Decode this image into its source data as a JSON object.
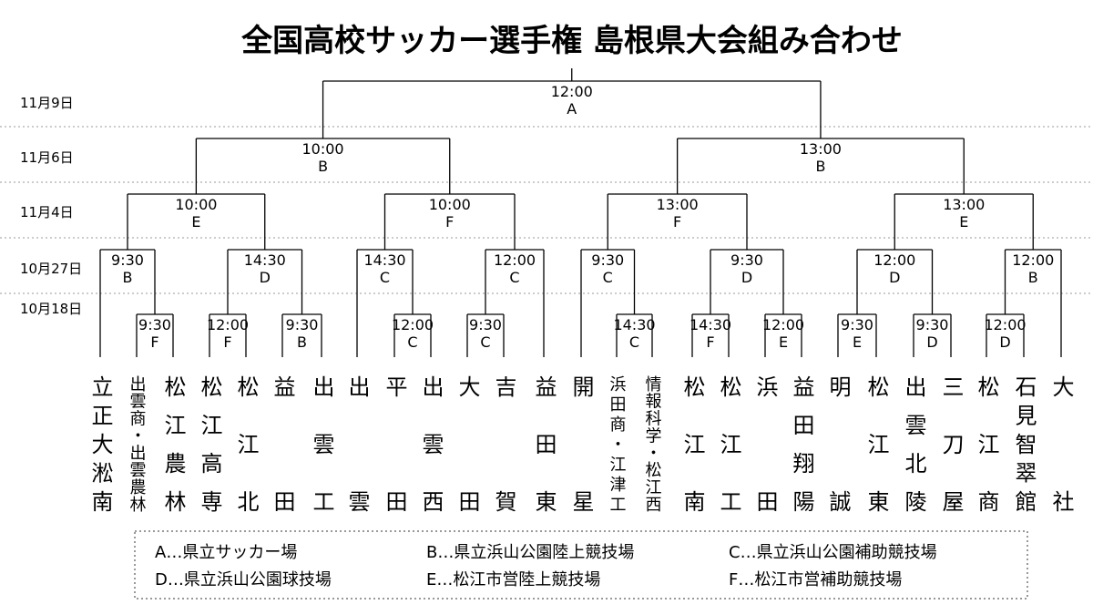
{
  "title": "全国高校サッカー選手権 島根県大会組み合わせ",
  "dates": [
    "11月9日",
    "11月6日",
    "11月4日",
    "10月27日",
    "10月18日"
  ],
  "teams": [
    "立正大淞南",
    "出雲商・出雲農林",
    "松江農林",
    "松江高専",
    "松江北",
    "益田",
    "出雲工",
    "出雲",
    "平田",
    "出雲西",
    "大田",
    "吉賀",
    "益田東",
    "開星",
    "浜田商・江津工",
    "情報科学・松江西",
    "松江南",
    "松江工",
    "浜田",
    "益田翔陽",
    "明誠",
    "松江東",
    "出雲北陵",
    "三刀屋",
    "松江商",
    "石見智翠館",
    "大社"
  ],
  "matches": {
    "r1": [
      {
        "time": "9:30",
        "venue": "F"
      },
      {
        "time": "12:00",
        "venue": "F"
      },
      {
        "time": "9:30",
        "venue": "B"
      },
      {
        "time": "12:00",
        "venue": "C"
      },
      {
        "time": "9:30",
        "venue": "C"
      },
      {
        "time": "14:30",
        "venue": "C"
      },
      {
        "time": "14:30",
        "venue": "F"
      },
      {
        "time": "12:00",
        "venue": "E"
      },
      {
        "time": "9:30",
        "venue": "E"
      },
      {
        "time": "9:30",
        "venue": "D"
      },
      {
        "time": "12:00",
        "venue": "D"
      }
    ],
    "r2": [
      {
        "time": "9:30",
        "venue": "B"
      },
      {
        "time": "14:30",
        "venue": "D"
      },
      {
        "time": "14:30",
        "venue": "C"
      },
      {
        "time": "12:00",
        "venue": "C"
      },
      {
        "time": "9:30",
        "venue": "C"
      },
      {
        "time": "9:30",
        "venue": "D"
      },
      {
        "time": "12:00",
        "venue": "D"
      },
      {
        "time": "12:00",
        "venue": "B"
      }
    ],
    "qf": [
      {
        "time": "10:00",
        "venue": "E"
      },
      {
        "time": "10:00",
        "venue": "F"
      },
      {
        "time": "13:00",
        "venue": "F"
      },
      {
        "time": "13:00",
        "venue": "E"
      }
    ],
    "sf": [
      {
        "time": "10:00",
        "venue": "B"
      },
      {
        "time": "13:00",
        "venue": "B"
      }
    ],
    "final": {
      "time": "12:00",
      "venue": "A"
    }
  },
  "legend": [
    "A…県立サッカー場",
    "B…県立浜山公園陸上競技場",
    "C…県立浜山公園補助競技場",
    "D…県立浜山公園球技場",
    "E…松江市営陸上競技場",
    "F…松江市営補助競技場"
  ]
}
